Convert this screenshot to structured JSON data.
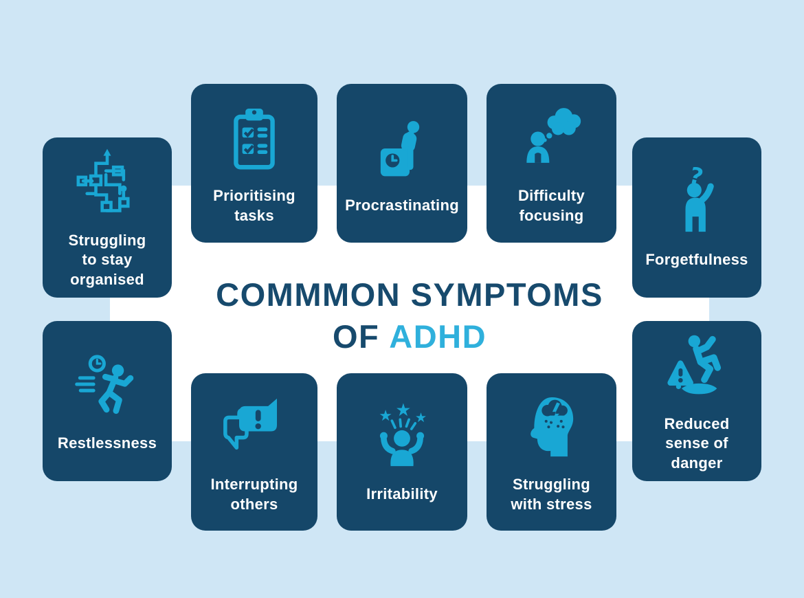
{
  "infographic": {
    "title": {
      "line1": "COMMMON SYMPTOMS",
      "line2_prefix": "OF",
      "line2_highlight": "ADHD"
    },
    "colors": {
      "background": "#cfe6f5",
      "card": "#154769",
      "icon_cyan": "#19a7d4",
      "title_navy": "#174a6d",
      "highlight_cyan": "#2fb0dc",
      "band": "#ffffff",
      "label_text": "#ffffff"
    }
  },
  "cards": [
    {
      "label": "Struggling\nto stay\norganised",
      "icon": "tangled-flowchart-icon"
    },
    {
      "label": "Prioritising\ntasks",
      "icon": "checklist-clipboard-icon"
    },
    {
      "label": "Procrastinating",
      "icon": "sitting-on-clock-box-icon"
    },
    {
      "label": "Difficulty\nfocusing",
      "icon": "thought-cloud-person-icon"
    },
    {
      "label": "Forgetfulness",
      "icon": "question-head-scratch-icon"
    },
    {
      "label": "Restlessness",
      "icon": "running-person-clock-icon"
    },
    {
      "label": "Interrupting\nothers",
      "icon": "speech-bubbles-exclamation-icon"
    },
    {
      "label": "Irritability",
      "icon": "stars-burst-head-icon"
    },
    {
      "label": "Struggling\nwith stress",
      "icon": "storm-cloud-head-icon"
    },
    {
      "label": "Reduced\nsense of\ndanger",
      "icon": "slipping-warning-icon"
    }
  ]
}
